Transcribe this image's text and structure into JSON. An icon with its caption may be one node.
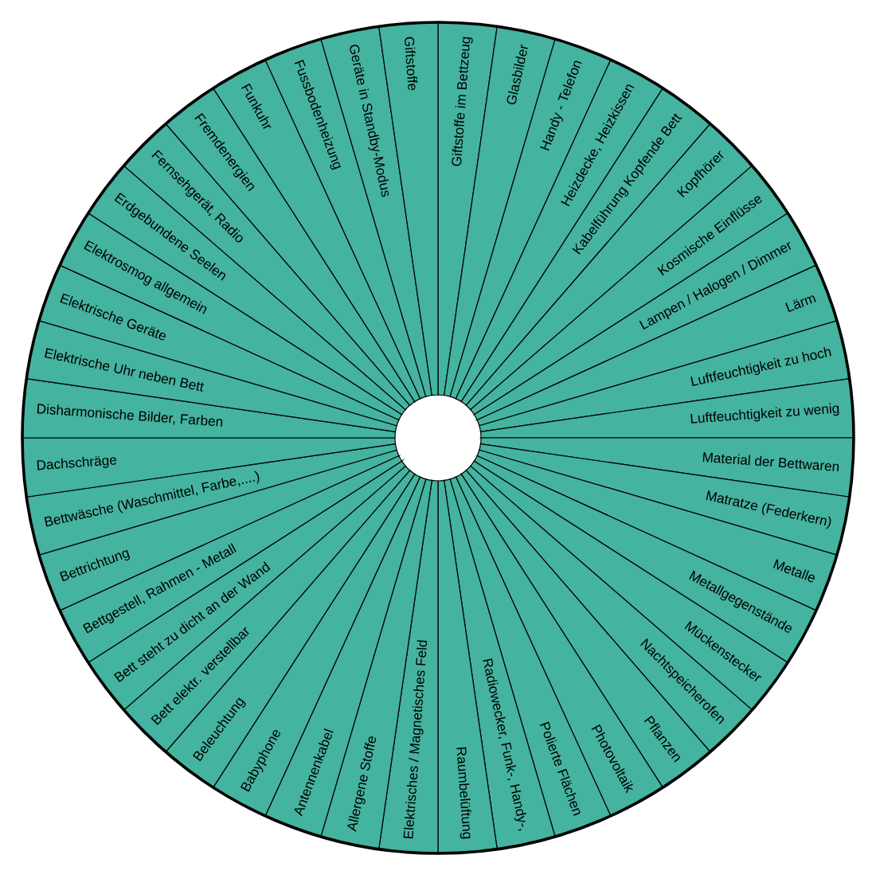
{
  "diagram": {
    "nodes": [
      {
        "text": [
          "Giftstoffe im Bettzeug"
        ]
      },
      {
        "text": [
          "Glasbilder"
        ]
      },
      {
        "text": [
          "Handy - Telefon"
        ]
      },
      {
        "text": [
          "Heizdecke, Heizkissen"
        ]
      },
      {
        "text": [
          "Kabelführung Kopfende Bett"
        ]
      },
      {
        "text": [
          "Kopfhörer"
        ]
      },
      {
        "text": [
          "Kosmische Einflüsse"
        ]
      },
      {
        "text": [
          "Lampen / Halogen / Dimmer"
        ]
      },
      {
        "text": [
          "Lärm"
        ]
      },
      {
        "text": [
          "Luftfeuchtigkeit zu hoch"
        ]
      },
      {
        "text": [
          "Luftfeuchtigkeit zu wenig"
        ]
      },
      {
        "text": [
          "Material der Bettwaren"
        ]
      },
      {
        "text": [
          "Matratze (Federkern)"
        ]
      },
      {
        "text": [
          "Metalle"
        ]
      },
      {
        "text": [
          "Metallgegenstände"
        ]
      },
      {
        "text": [
          "Mückenstecker"
        ]
      },
      {
        "text": [
          "Nachtspeicherofen"
        ]
      },
      {
        "text": [
          "Pflanzen"
        ]
      },
      {
        "text": [
          "Photovoltaik"
        ]
      },
      {
        "text": [
          "Polierte Flächen"
        ]
      },
      {
        "text": [
          "Radiowecker, Funk-, Handy-,"
        ]
      },
      {
        "text": [
          "Raumbelüftung"
        ]
      },
      {
        "text": [
          "Elektrisches / Magnetisches Feld"
        ]
      },
      {
        "text": [
          "Allergene Stoffe"
        ]
      },
      {
        "text": [
          "Antennenkabel"
        ]
      },
      {
        "text": [
          "Babyphone"
        ]
      },
      {
        "text": [
          "Beleuchtung"
        ]
      },
      {
        "text": [
          "Bett elektr. verstellbar"
        ]
      },
      {
        "text": [
          "Bett steht zu dicht an der Wand"
        ]
      },
      {
        "text": [
          "Bettgestell, Rahmen - Metall"
        ]
      },
      {
        "text": [
          "Bettrichtung"
        ]
      },
      {
        "text": [
          "Bettwäsche (Waschmittel, Farbe,....)"
        ]
      },
      {
        "text": [
          "Dachschräge"
        ]
      },
      {
        "text": [
          "Disharmonische Bilder, Farben"
        ]
      },
      {
        "text": [
          "Elektrische Uhr neben Bett"
        ]
      },
      {
        "text": [
          "Elektrische Geräte"
        ]
      },
      {
        "text": [
          "Elektrosmog allgemein"
        ]
      },
      {
        "text": [
          "Erdgebundene Seelen"
        ]
      },
      {
        "text": [
          "Fernsehgerät, Radio"
        ]
      },
      {
        "text": [
          "Fremdenergien"
        ]
      },
      {
        "text": [
          "Funkuhr"
        ]
      },
      {
        "text": [
          "Fussbodenheizung"
        ]
      },
      {
        "text": [
          "Geräte in Standby-Modus"
        ]
      },
      {
        "text": [
          "Giftstoffe"
        ]
      }
    ]
  }
}
